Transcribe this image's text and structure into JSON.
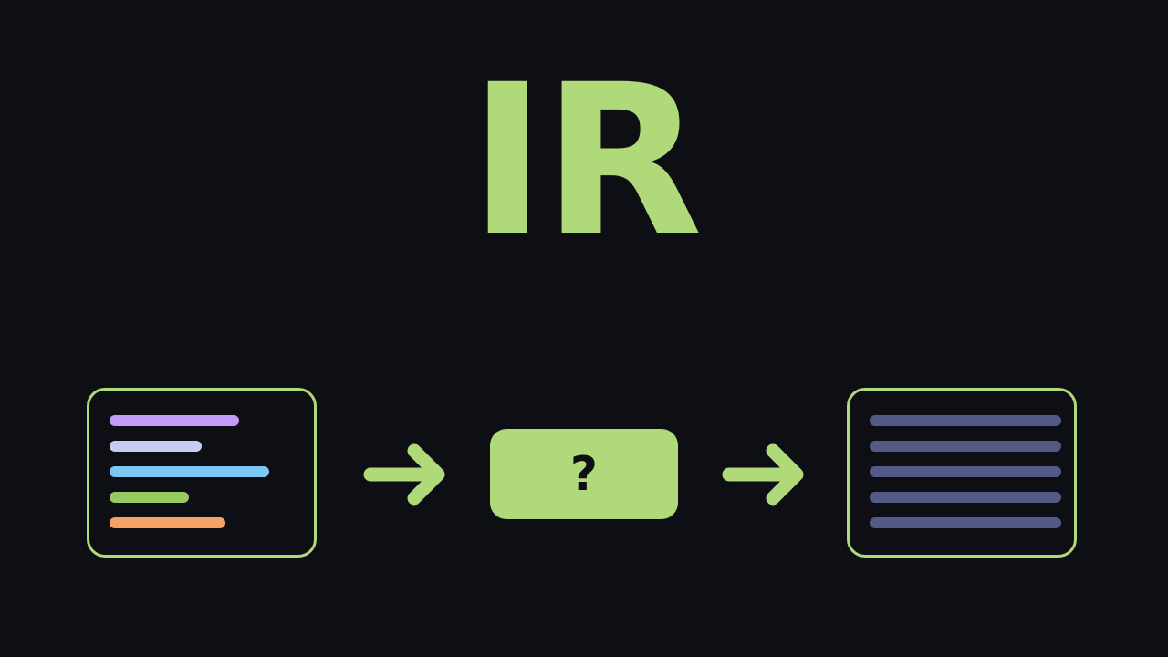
{
  "title": "IR",
  "middle_box": {
    "symbol": "?"
  },
  "colors": {
    "background": "#0d0f15",
    "accent": "#b0d97a"
  },
  "source_lines": [
    {
      "color": "#c39af5",
      "length": 0.6
    },
    {
      "color": "#c7cdf2",
      "length": 0.43
    },
    {
      "color": "#7cc7f5",
      "length": 0.74
    },
    {
      "color": "#96c95f",
      "length": 0.37
    },
    {
      "color": "#f8a06a",
      "length": 0.54
    }
  ],
  "target_lines": [
    {
      "color": "#535a86",
      "length": 0.89
    },
    {
      "color": "#535a86",
      "length": 0.89
    },
    {
      "color": "#535a86",
      "length": 0.89
    },
    {
      "color": "#535a86",
      "length": 0.89
    },
    {
      "color": "#535a86",
      "length": 0.89
    }
  ]
}
